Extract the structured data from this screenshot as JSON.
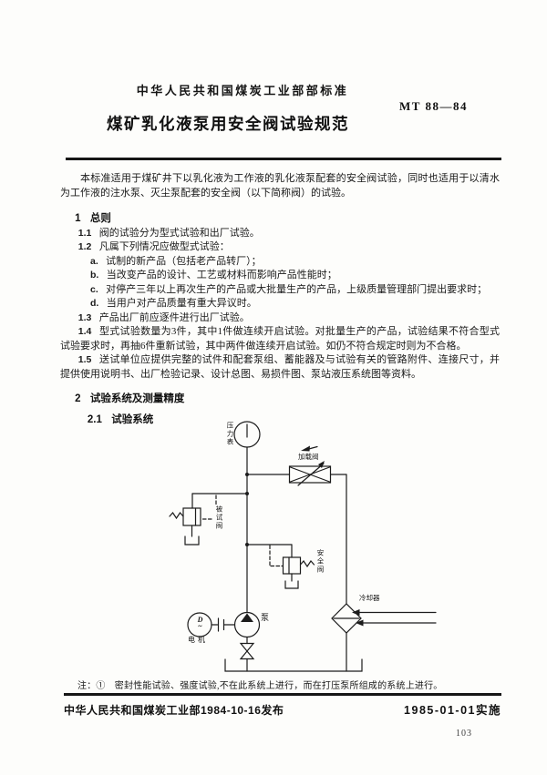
{
  "header": {
    "org_standard": "中华人民共和国煤炭工业部部标准",
    "standard_code": "MT 88—84",
    "title": "煤矿乳化液泵用安全阀试验规范"
  },
  "body": {
    "intro": "本标准适用于煤矿井下以乳化液为工作液的乳化液泵配套的安全阀试验，同时也适用于以清水为工作液的注水泵、灭尘泵配套的安全阀（以下简称阀）的试验。",
    "section1": {
      "num": "1",
      "title": "总则"
    },
    "clauses": [
      {
        "num": "1.1",
        "text": "阀的试验分为型式试验和出厂试验。"
      },
      {
        "num": "1.2",
        "text": "凡属下列情况应做型式试验："
      },
      {
        "num": "a.",
        "text": "试制的新产品（包括老产品转厂）；"
      },
      {
        "num": "b.",
        "text": "当改变产品的设计、工艺或材料而影响产品性能时；"
      },
      {
        "num": "c.",
        "text": "对停产三年以上再次生产的产品或大批量生产的产品，上级质量管理部门提出要求时；"
      },
      {
        "num": "d.",
        "text": "当用户对产品质量有重大异议时。"
      },
      {
        "num": "1.3",
        "text": "产品出厂前应逐件进行出厂试验。"
      },
      {
        "num": "1.4",
        "text": "型式试验数量为3件，其中1件做连续开启试验。对批量生产的产品，试验结果不符合型式试验要求时，再抽6件重新试验，其中两件做连续开启试验。如仍不符合规定时则为不合格。"
      },
      {
        "num": "1.5",
        "text": "送试单位应提供完整的试件和配套泵组、蓄能器及与试验有关的管路附件、连接尺寸，并提供使用说明书、出厂检验记录、设计总图、易损件图、泵站液压系统图等资料。"
      }
    ],
    "section2": {
      "num": "2",
      "title": "试验系统及测量精度"
    },
    "section21": {
      "num": "2.1",
      "title": "试验系统"
    }
  },
  "diagram": {
    "labels": {
      "pressure_gauge": "压力表",
      "loading_valve": "加载阀",
      "test_valve": "被试阀",
      "safety_valve": "安全阀",
      "cooler": "冷却器",
      "pump": "泵",
      "motor": "电机",
      "motor_letter": "D",
      "motor_wave": "~"
    },
    "note": "注：①　密封性能试验、强度试验,不在此系统上进行，而在打压泵所组成的系统上进行。"
  },
  "footer": {
    "issued": "中华人民共和国煤炭工业部1984-10-16发布",
    "effective": "1985-01-01实施",
    "page_number": "103"
  }
}
